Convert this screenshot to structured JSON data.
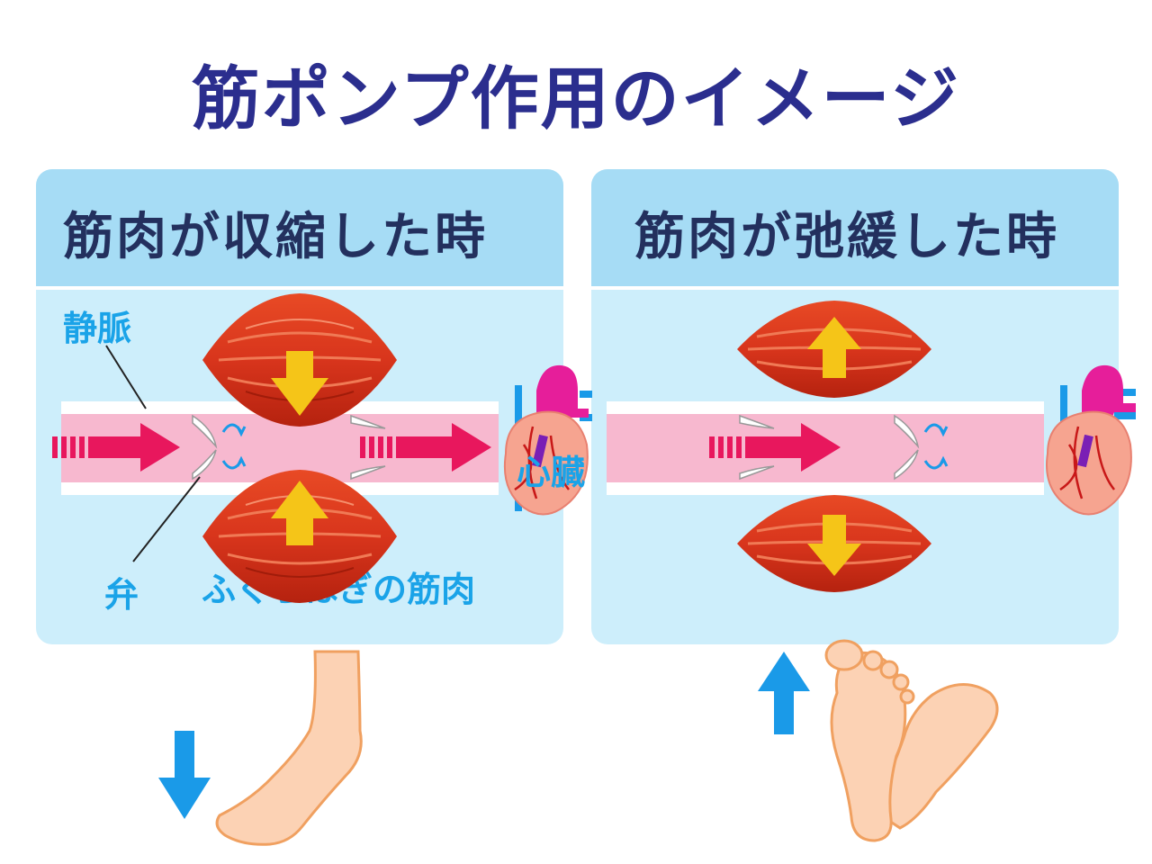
{
  "title": "筋ポンプ作用のイメージ",
  "left_panel": {
    "title": "筋肉が収縮した時",
    "labels": {
      "vein": "静脈",
      "valve": "弁",
      "calf_muscle": "ふくらはぎの筋肉",
      "heart": "心臓"
    }
  },
  "right_panel": {
    "title": "筋肉が弛緩した時"
  },
  "colors": {
    "title": "#2b2e8e",
    "panel_bg": "#cdeefb",
    "header_bg": "#a6dcf5",
    "vein": "#f7b8cf",
    "flow_arrow": "#e8175d",
    "muscle": "#d8351c",
    "muscle_arrow": "#f5c518",
    "label": "#1aa3e8",
    "foot": "#fcd2b4",
    "foot_outline": "#f0a060",
    "movement_arrow": "#1a9ae8"
  },
  "icons": [
    "heart-icon",
    "foot-icon",
    "down-arrow-icon",
    "up-arrow-icon",
    "flow-arrow-icon",
    "valve-icon",
    "muscle-icon"
  ]
}
